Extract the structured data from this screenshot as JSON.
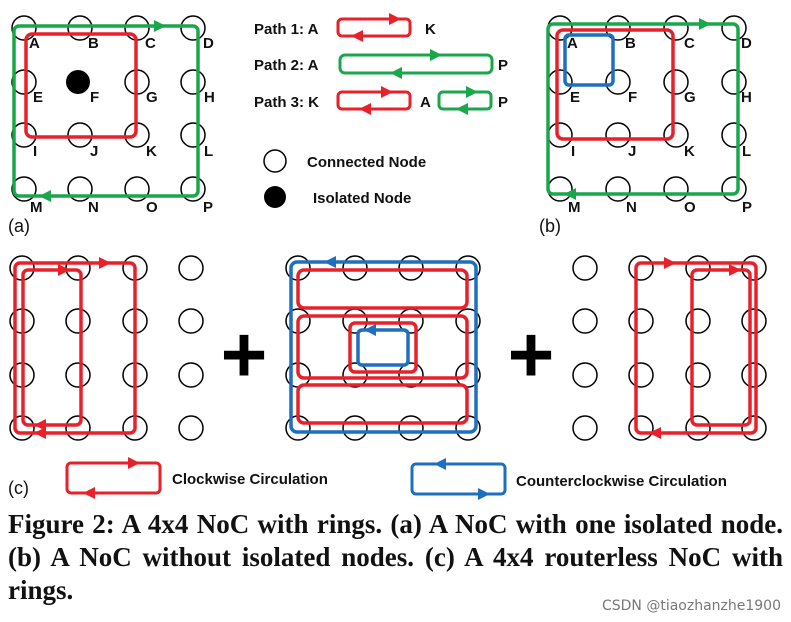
{
  "panel_a": {
    "label": "(a)",
    "nodes": [
      "A",
      "B",
      "C",
      "D",
      "E",
      "F",
      "G",
      "H",
      "I",
      "J",
      "K",
      "L",
      "M",
      "N",
      "O",
      "P"
    ]
  },
  "panel_b": {
    "label": "(b)",
    "nodes": [
      "A",
      "B",
      "C",
      "D",
      "E",
      "F",
      "G",
      "H",
      "I",
      "J",
      "K",
      "L",
      "M",
      "N",
      "O",
      "P"
    ]
  },
  "panel_c": {
    "label": "(c)"
  },
  "paths": {
    "path1": {
      "label": "Path 1: A",
      "end": "K"
    },
    "path2": {
      "label": "Path 2: A",
      "end": "P"
    },
    "path3": {
      "label": "Path 3: K",
      "mid": "A",
      "end": "P"
    }
  },
  "node_legend": {
    "connected": "Connected Node",
    "isolated": "Isolated Node"
  },
  "circulation_legend": {
    "clockwise": "Clockwise Circulation",
    "counterclockwise": "Counterclockwise Circulation"
  },
  "operators": {
    "plus": "+"
  },
  "colors": {
    "red": "#e8202a",
    "green": "#1aa64a",
    "blue": "#1e6fc0"
  },
  "caption": "Figure 2: A 4x4 NoC with rings. (a) A NoC with one isolated node. (b) A NoC without isolated nodes. (c) A 4x4 routerless NoC with rings.",
  "watermark": "CSDN @tiaozhanzhe1900"
}
